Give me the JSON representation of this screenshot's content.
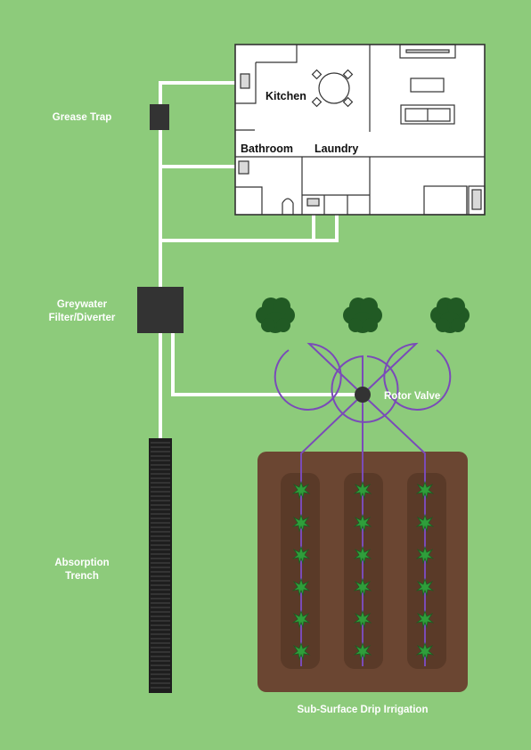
{
  "labels": {
    "grease_trap": "Grease Trap",
    "greywater_line1": "Greywater",
    "greywater_line2": "Filter/Diverter",
    "rotor_valve": "Rotor Valve",
    "absorption_line1": "Absorption",
    "absorption_line2": "Trench",
    "drip_irrigation": "Sub-Surface Drip Irrigation"
  },
  "rooms": {
    "kitchen": "Kitchen",
    "bathroom": "Bathroom",
    "laundry": "Laundry"
  },
  "colors": {
    "lawn": "#8dcb7b",
    "pipe": "#ffffff",
    "tank": "#333333",
    "drip_line": "#7a4bb8",
    "soil": "#6b4632",
    "soil_row": "#5a3a28",
    "shrub": "#215a24",
    "plant": "#2f9e3b",
    "trench": "#1e1e1e"
  },
  "icons": [
    "shrub-icon",
    "plant-icon",
    "stove-icon",
    "sink-icon",
    "toilet-icon",
    "sofa-icon",
    "table-icon"
  ]
}
